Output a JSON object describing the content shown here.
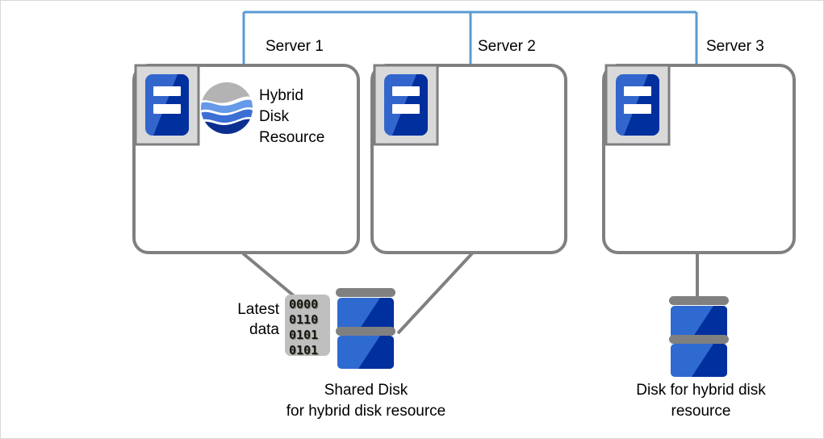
{
  "diagram": {
    "title_present": false,
    "colors": {
      "network_line": "#5b9bd5",
      "box_border": "#808080",
      "connector_line": "#808080",
      "disk_light_blue": "#2f6ad0",
      "disk_dark_blue": "#002f9e",
      "disk_bar_gray": "#808080",
      "icon_frame_gray": "#d9d9d9",
      "icon_frame_border": "#7f7f7f",
      "data_badge_gray": "#bfbfbf",
      "text": "#000000",
      "page_border": "#d9d9d9"
    },
    "servers": [
      {
        "id": "server-1",
        "label": "Server 1",
        "icon": "server-icon",
        "has_resource": true
      },
      {
        "id": "server-2",
        "label": "Server 2",
        "icon": "server-icon",
        "has_resource": false
      },
      {
        "id": "server-3",
        "label": "Server 3",
        "icon": "server-icon",
        "has_resource": false
      }
    ],
    "resource": {
      "icon": "hybrid-disk-globe-icon",
      "label_lines": [
        "Hybrid",
        "Disk",
        "Resource"
      ],
      "line1": "Hybrid",
      "line2": "Disk",
      "line3": "Resource"
    },
    "latest_data": {
      "label": "Latest\ndata",
      "binary_rows": [
        "0000",
        "0110",
        "0101",
        "0101"
      ],
      "row1": "0000",
      "row2": "0110",
      "row3": "0101",
      "row4": "0101"
    },
    "shared_disk": {
      "icon": "disk-stack-icon",
      "caption": "Shared Disk\nfor hybrid disk resource",
      "caption_line1": "Shared Disk",
      "caption_line2": "for hybrid disk resource",
      "platters": 2
    },
    "local_disk": {
      "icon": "disk-stack-icon",
      "caption": "Disk for hybrid disk\nresource",
      "caption_line1": "Disk for hybrid disk",
      "caption_line2": "resource",
      "platters": 2
    },
    "network": {
      "name": "interconnect-network",
      "drops": 3
    }
  }
}
